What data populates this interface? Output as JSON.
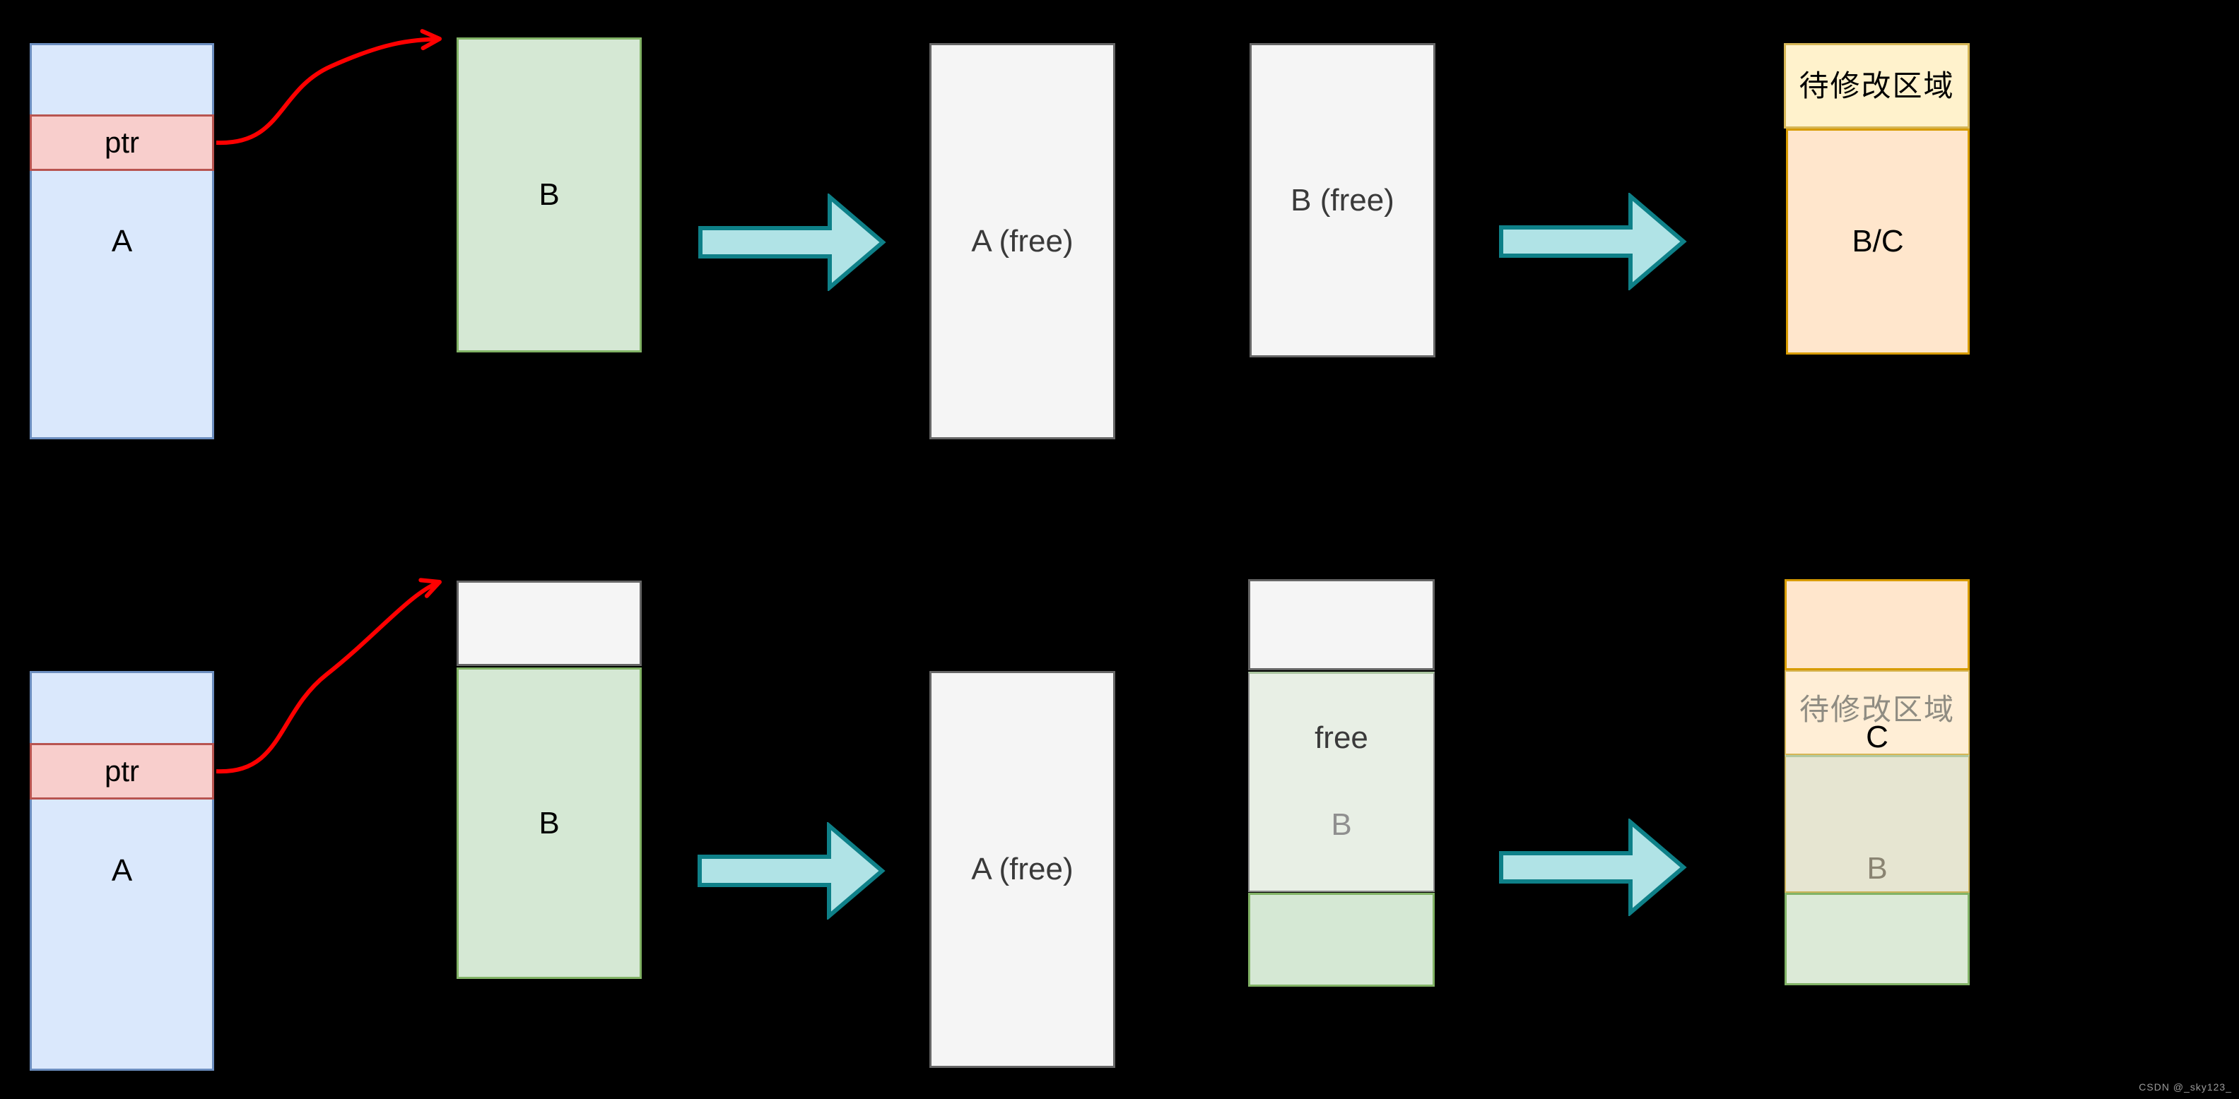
{
  "colors": {
    "bg": "#000000",
    "blue-fill": "#dae8fc",
    "blue-stroke": "#6c8ebf",
    "red-fill": "#f8cecc",
    "red-stroke": "#b85450",
    "green-fill": "#d5e8d4",
    "green-stroke": "#82b366",
    "gray-fill": "#f5f5f5",
    "gray-stroke": "#666666",
    "yellow-fill": "#fff2cc",
    "yellow-stroke": "#d6b656",
    "orange-fill": "#ffe6cc",
    "orange-stroke": "#d79b00",
    "cyan-fill": "#b0e3e6",
    "cyan-stroke": "#0e8088",
    "arrow-red": "#ff0000",
    "mix-green-fill": "#e8efe5",
    "mix-green-stroke": "#8c8c8c",
    "mix-green-top": "#a9c49f",
    "mix-yellow-fill": "#ffeed6",
    "mix-olive-fill": "#e6e5d1",
    "mix-olive-stroke": "#cbb45a",
    "mix-olive-top": "#b2c9a2",
    "pale-green-fill": "#dcead7",
    "text-dark": "#000000",
    "text-soft": "#3a3a3a",
    "text-gray": "#8f8f8f",
    "text-olive-gray": "#8a8472",
    "text-pending-gray": "#8f8c82",
    "watermark": "#9b9b9b"
  },
  "row1": {
    "box_a": {
      "label": "A",
      "ptr_label": "ptr"
    },
    "box_b": {
      "label": "B"
    },
    "box_a_free": {
      "label": "A (free)"
    },
    "box_b_free": {
      "label": "B (free)"
    },
    "target": {
      "header": "待修改区域",
      "body": "B/C"
    }
  },
  "row2": {
    "box_a": {
      "label": "A",
      "ptr_label": "ptr"
    },
    "box_b": {
      "label": "B"
    },
    "box_a_free": {
      "label": "A (free)"
    },
    "mid_column": {
      "free_label": "free",
      "b_label": "B"
    },
    "target": {
      "pending_label": "待修改区域",
      "c_label": "C",
      "b_label": "B"
    }
  },
  "watermark": {
    "text": "CSDN @_sky123_"
  }
}
